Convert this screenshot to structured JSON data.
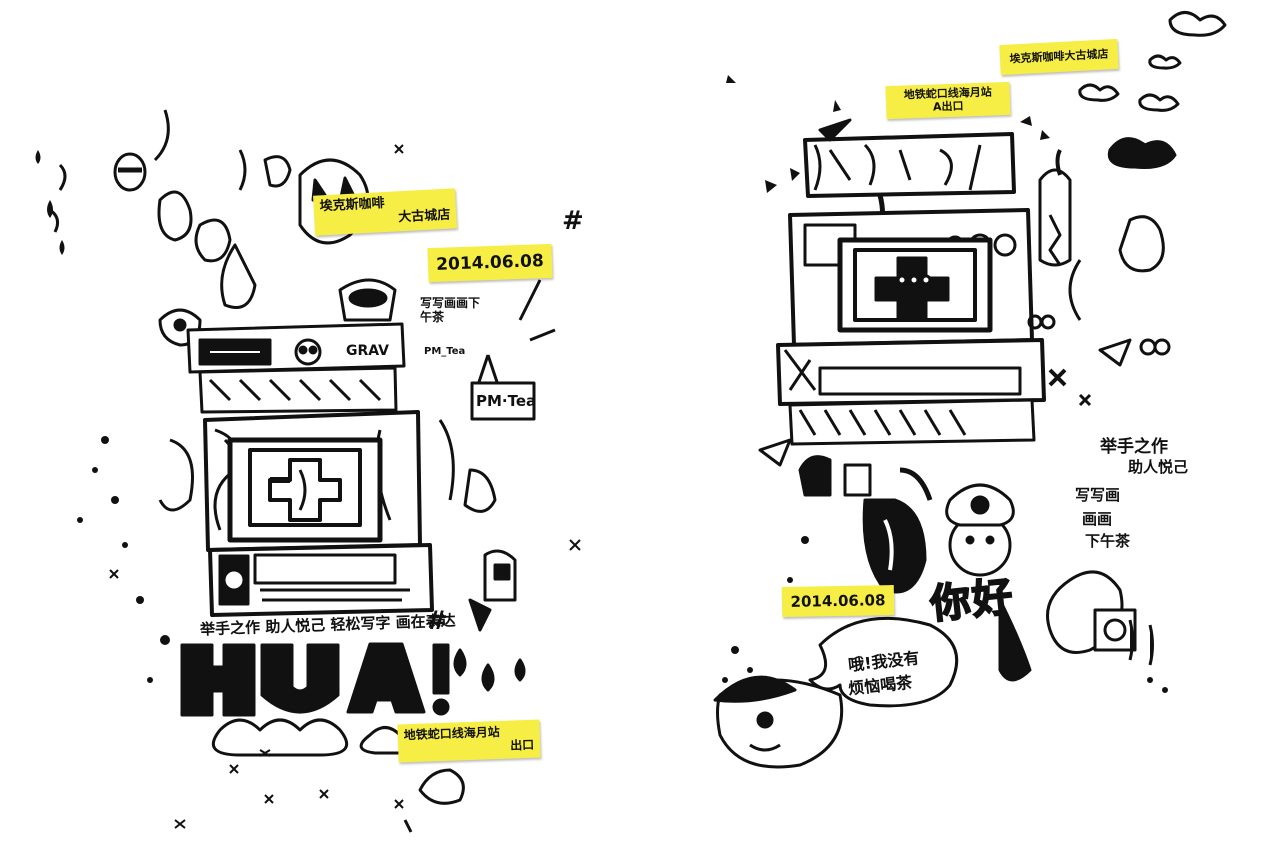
{
  "left_poster": {
    "note_store": [
      "埃克斯咖啡",
      "大古城店"
    ],
    "note_date": "2014.06.08",
    "note_metro": [
      "地铁蛇口线海月站",
      "出口"
    ],
    "sign_pm_tea": "PM·Tea",
    "box_text_pm": "PM_Tea",
    "box_text_graf": "GRAV",
    "cup_text": "写写画画下午茶",
    "slogan": "举手之作 助人悦己 轻松写字 画在表达",
    "big_word": "HUA!",
    "hash_symbol": "#"
  },
  "right_poster": {
    "note_store": "埃克斯咖啡大古城店",
    "note_metro": [
      "地铁蛇口线海月站",
      "A出口"
    ],
    "note_date": "2014.06.08",
    "slogan_side": [
      "举手之作",
      "助人悦己"
    ],
    "side_text": [
      "写写画",
      "画画",
      "下午茶"
    ],
    "bubble_text": [
      "哦!我没有",
      "烦恼喝茶"
    ],
    "big_word": "你好"
  },
  "colors": {
    "sticky": "#f7ee45",
    "ink": "#111111",
    "paper": "#ffffff"
  }
}
